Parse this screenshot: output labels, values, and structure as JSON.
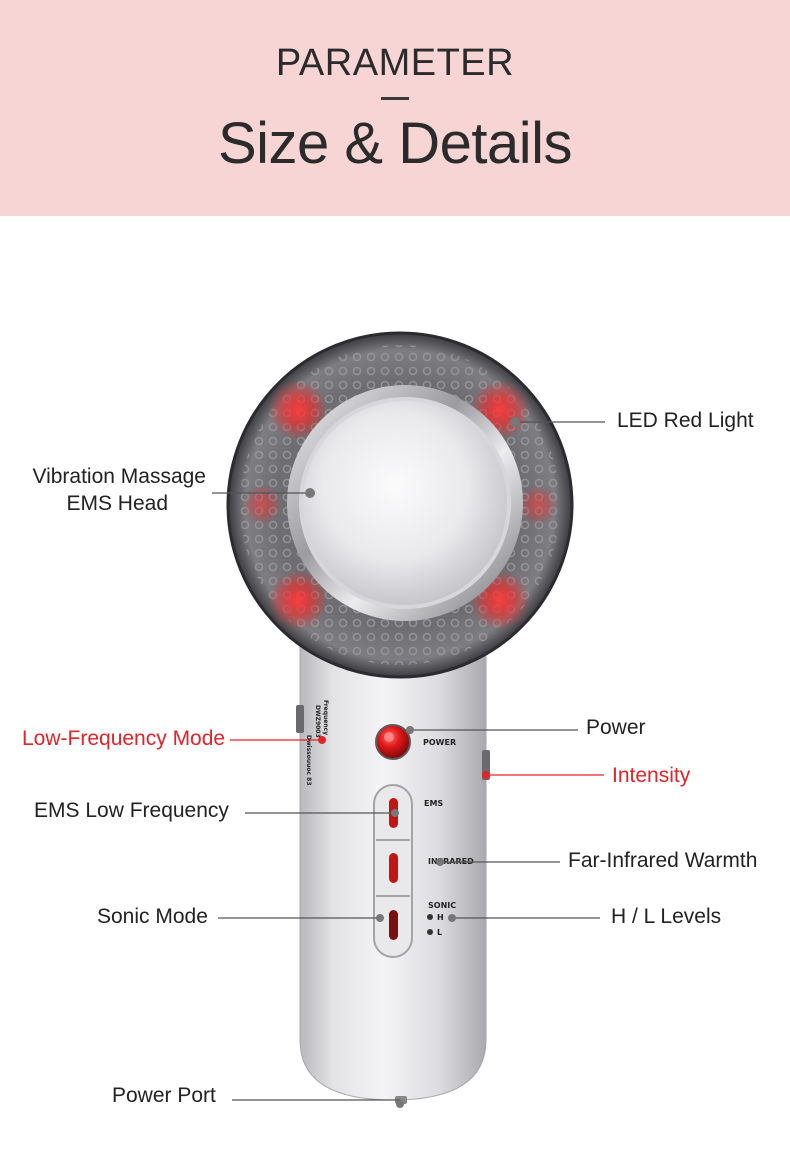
{
  "header": {
    "kicker": "PARAMETER",
    "title": "Size & Details",
    "background_color": "#f7d5d5"
  },
  "device": {
    "button_labels": {
      "power": "POWER",
      "ems": "EMS",
      "infrared": "INFRARED",
      "sonic": "SONIC",
      "sonic_high": "H",
      "sonic_low": "L"
    },
    "side_text": [
      "DWZ9003",
      "Dwissouuoc 83",
      "Frequency"
    ]
  },
  "callouts": {
    "led_red_light": "LED Red Light",
    "vibration_line1": "Vibration Massage",
    "vibration_line2": "EMS Head",
    "low_frequency_mode": "Low-Frequency Mode",
    "power": "Power",
    "intensity": "Intensity",
    "ems_low_frequency": "EMS Low Frequency",
    "far_infrared": "Far-Infrared Warmth",
    "sonic_mode": "Sonic Mode",
    "hl_levels": "H / L Levels",
    "power_port": "Power Port"
  },
  "colors": {
    "accent_red": "#e0242a",
    "text": "#222222",
    "led": "#ff2a2a"
  }
}
